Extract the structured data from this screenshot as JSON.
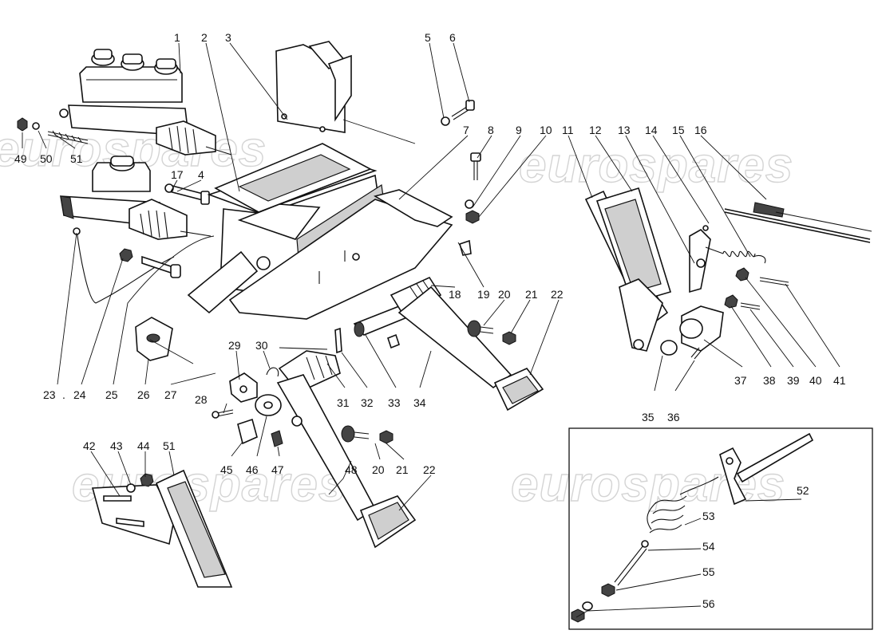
{
  "watermark": "eurospares",
  "callouts": [
    "1",
    "2",
    "3",
    "4",
    "5",
    "6",
    "7",
    "8",
    "9",
    "10",
    "11",
    "12",
    "13",
    "14",
    "15",
    "16",
    "17",
    "18",
    "19",
    "20",
    "21",
    "22",
    "23",
    "24",
    "25",
    "26",
    "27",
    "28",
    "29",
    "30",
    "31",
    "32",
    "33",
    "34",
    "35",
    "36",
    "37",
    "38",
    "39",
    "40",
    "41",
    "42",
    "43",
    "44",
    "45",
    "46",
    "47",
    "48",
    "20",
    "21",
    "22",
    "49",
    "50",
    "51",
    "12",
    "52",
    "53",
    "54",
    "55",
    "56"
  ],
  "separator": "."
}
